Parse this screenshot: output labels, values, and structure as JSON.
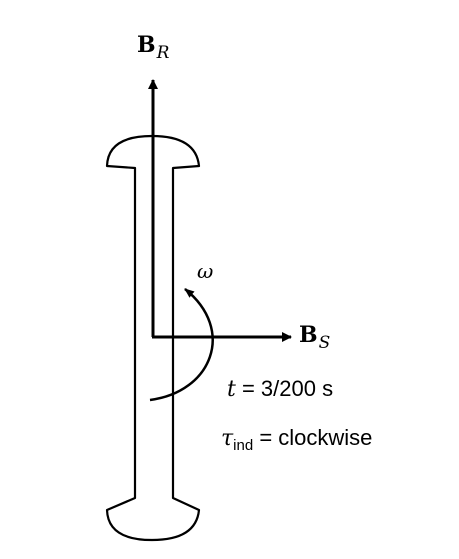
{
  "labels": {
    "br_main": "B",
    "br_sub": "R",
    "bs_main": "B",
    "bs_sub": "S",
    "omega": "ω",
    "time_var": "t",
    "time_value": " = 3/200 s",
    "torque_symbol": "τ",
    "torque_sub": "ind",
    "torque_value": " = clockwise"
  }
}
